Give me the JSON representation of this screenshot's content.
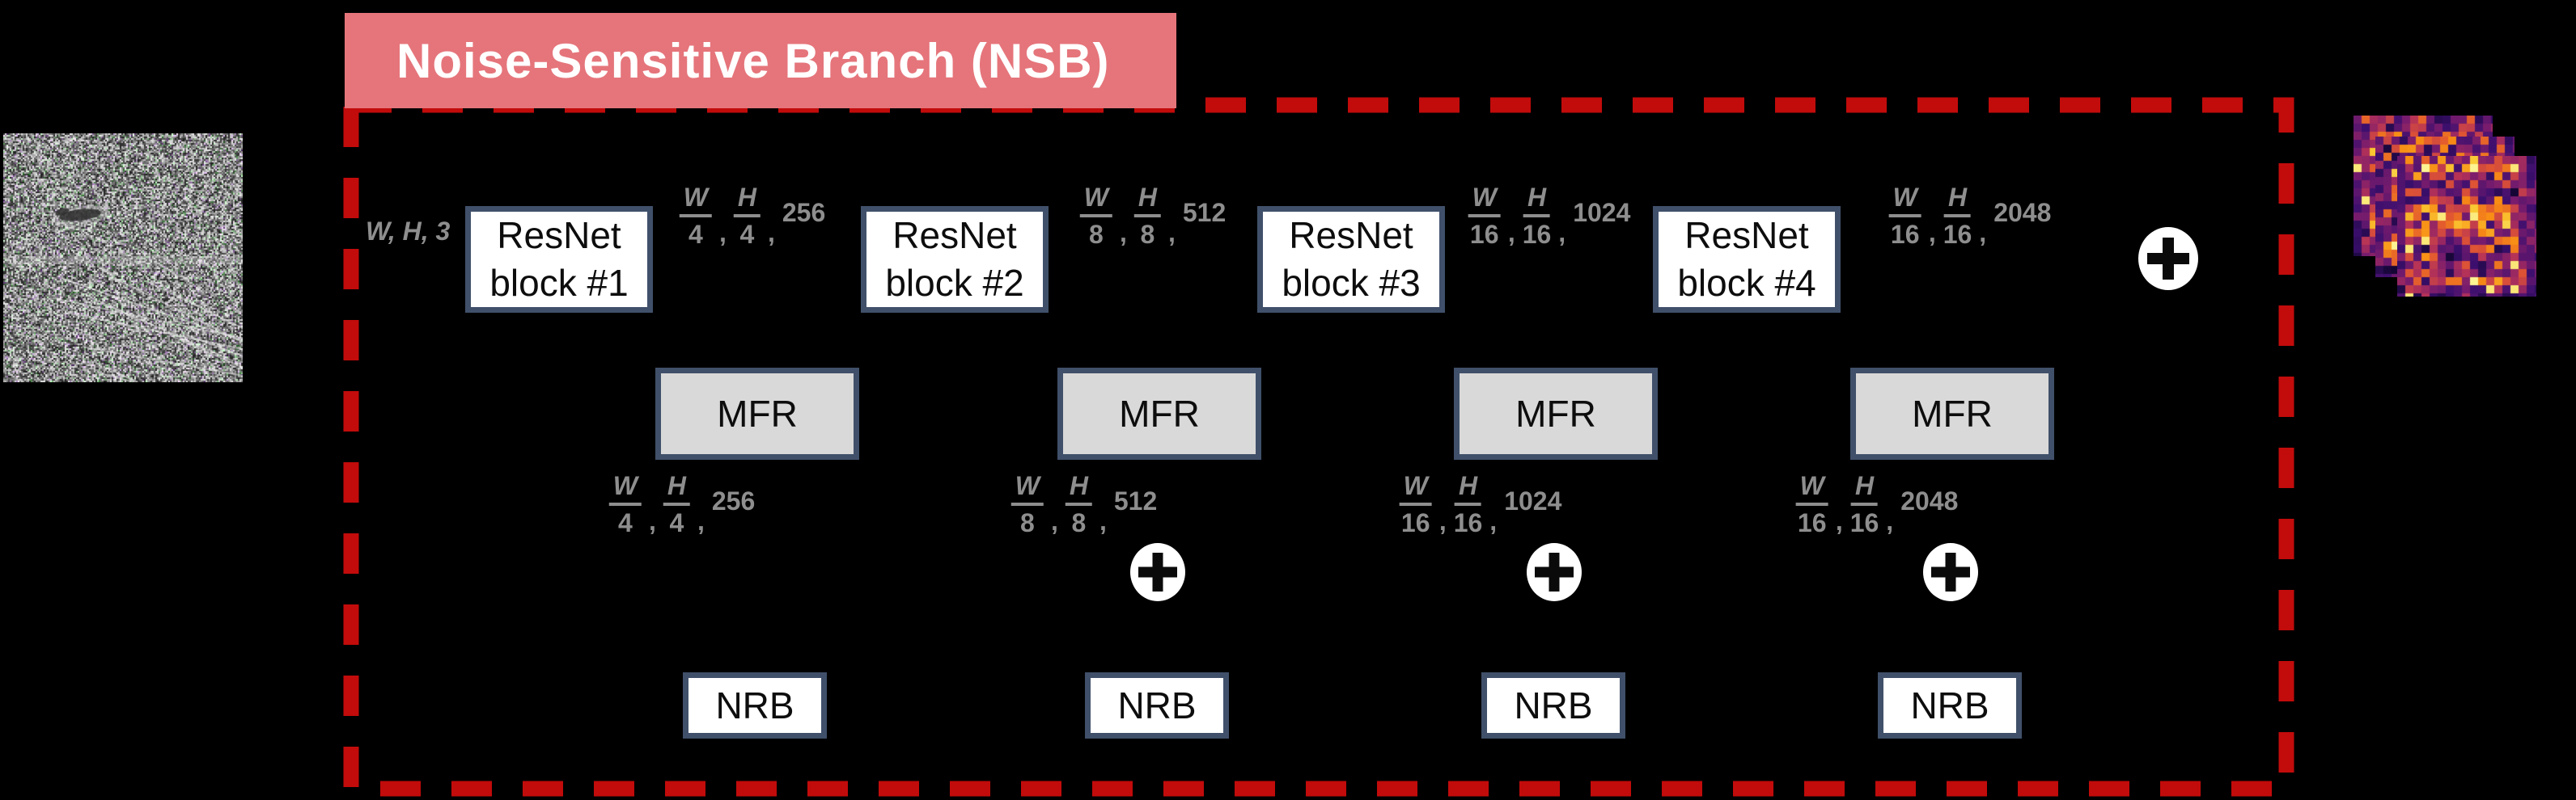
{
  "figure": {
    "title": "Noise-Sensitive Branch (NSB)",
    "input_label": "W, H, 3",
    "comma": ",",
    "resnet_blocks": [
      {
        "line1": "ResNet",
        "line2": "block #1"
      },
      {
        "line1": "ResNet",
        "line2": "block #2"
      },
      {
        "line1": "ResNet",
        "line2": "block #3"
      },
      {
        "line1": "ResNet",
        "line2": "block #4"
      }
    ],
    "stage_dims": [
      {
        "w": "W",
        "wd": "4",
        "h": "H",
        "hd": "4",
        "channels": "256"
      },
      {
        "w": "W",
        "wd": "8",
        "h": "H",
        "hd": "8",
        "channels": "512"
      },
      {
        "w": "W",
        "wd": "16",
        "h": "H",
        "hd": "16",
        "channels": "1024"
      },
      {
        "w": "W",
        "wd": "16",
        "h": "H",
        "hd": "16",
        "channels": "2048"
      }
    ],
    "mfr_dims": [
      {
        "w": "W",
        "wd": "4",
        "h": "H",
        "hd": "4",
        "channels": "256"
      },
      {
        "w": "W",
        "wd": "8",
        "h": "H",
        "hd": "8",
        "channels": "512"
      },
      {
        "w": "W",
        "wd": "16",
        "h": "H",
        "hd": "16",
        "channels": "1024"
      },
      {
        "w": "W",
        "wd": "16",
        "h": "H",
        "hd": "16",
        "channels": "2048"
      }
    ],
    "mfr_label": "MFR",
    "nrb_label": "NRB",
    "icons": {
      "add": "plus-in-circle"
    },
    "colors": {
      "background": "#000000",
      "banner_fill": "#e5757b",
      "banner_text": "#ffffff",
      "dashed_border": "#c20b0b",
      "box_border": "#40506a",
      "box_fill": "#ffffff",
      "mfr_fill": "#d9d9d9",
      "label_gray": "#8e8e8e"
    }
  }
}
